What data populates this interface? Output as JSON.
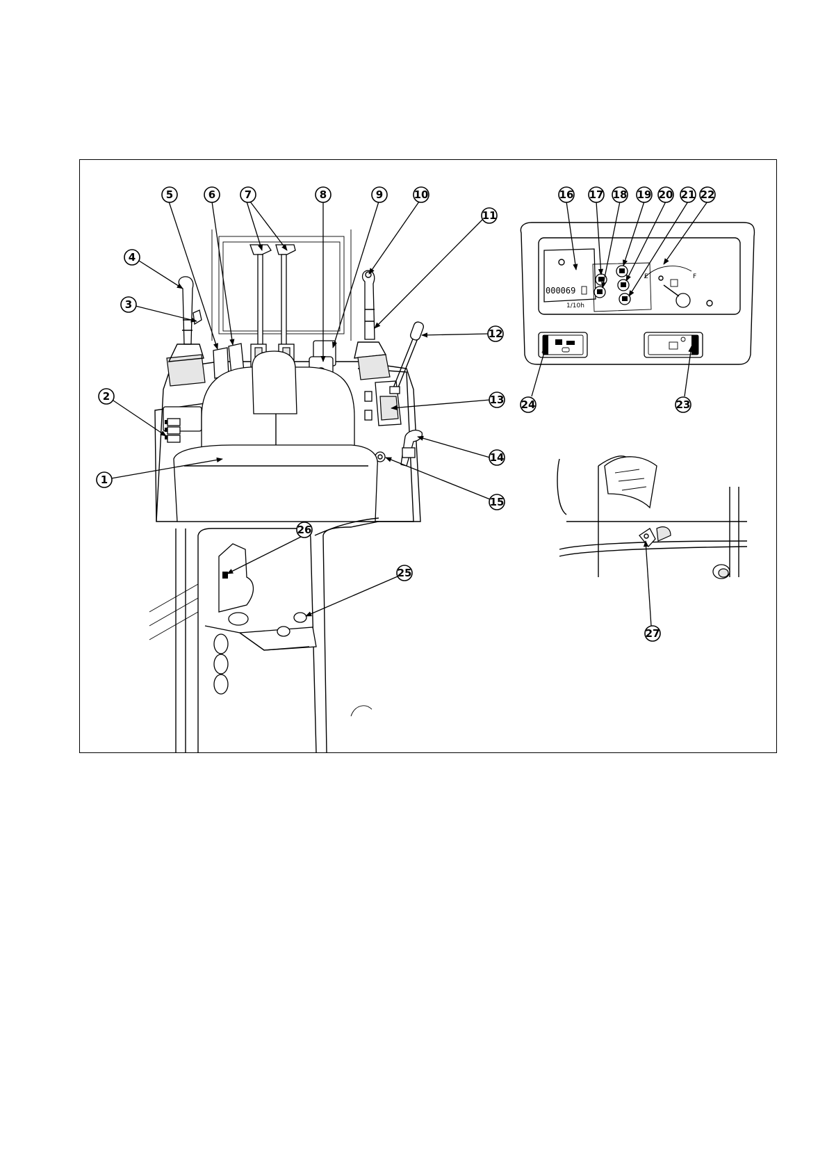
{
  "callouts": [
    {
      "id": "1",
      "label": "1"
    },
    {
      "id": "2",
      "label": "2"
    },
    {
      "id": "3",
      "label": "3"
    },
    {
      "id": "4",
      "label": "4"
    },
    {
      "id": "5",
      "label": "5"
    },
    {
      "id": "6",
      "label": "6"
    },
    {
      "id": "7",
      "label": "7"
    },
    {
      "id": "8",
      "label": "8"
    },
    {
      "id": "9",
      "label": "9"
    },
    {
      "id": "10",
      "label": "10"
    },
    {
      "id": "11",
      "label": "11"
    },
    {
      "id": "12",
      "label": "12"
    },
    {
      "id": "13",
      "label": "13"
    },
    {
      "id": "14",
      "label": "14"
    },
    {
      "id": "15",
      "label": "15"
    },
    {
      "id": "16",
      "label": "16"
    },
    {
      "id": "17",
      "label": "17"
    },
    {
      "id": "18",
      "label": "18"
    },
    {
      "id": "19",
      "label": "19"
    },
    {
      "id": "20",
      "label": "20"
    },
    {
      "id": "21",
      "label": "21"
    },
    {
      "id": "22",
      "label": "22"
    },
    {
      "id": "23",
      "label": "23"
    },
    {
      "id": "24",
      "label": "24"
    },
    {
      "id": "25",
      "label": "25"
    },
    {
      "id": "26",
      "label": "26"
    },
    {
      "id": "27",
      "label": "27"
    }
  ],
  "instrument_panel": {
    "hour_meter": "000069",
    "hour_meter_unit": "1/10h",
    "fuel_empty": "E",
    "fuel_full": "F"
  }
}
